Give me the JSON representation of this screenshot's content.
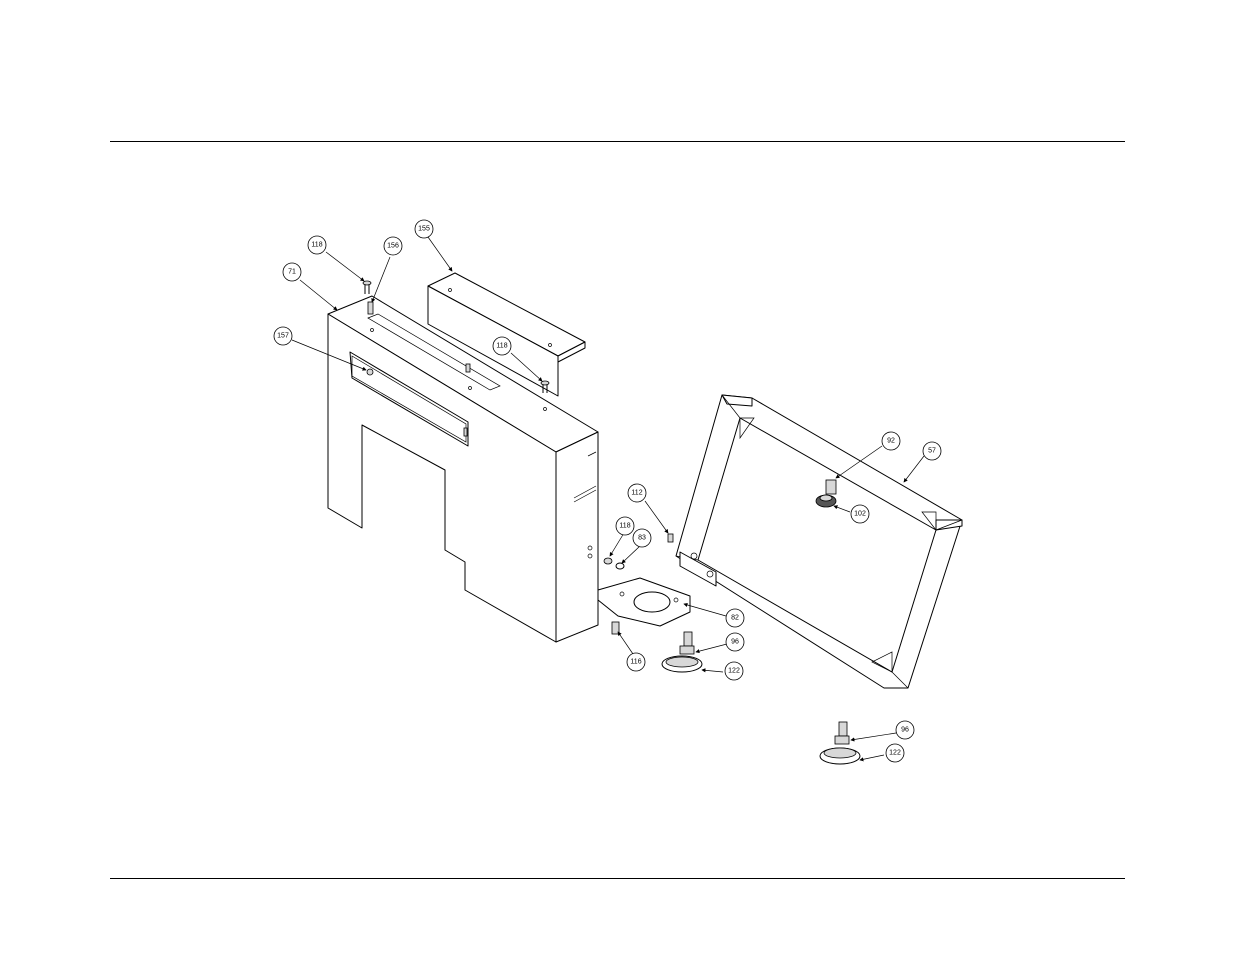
{
  "callouts": [
    {
      "id": "c118a",
      "label": "118"
    },
    {
      "id": "c156",
      "label": "156"
    },
    {
      "id": "c155",
      "label": "155"
    },
    {
      "id": "c71",
      "label": "71"
    },
    {
      "id": "c157",
      "label": "157"
    },
    {
      "id": "c118b",
      "label": "118"
    },
    {
      "id": "c92",
      "label": "92"
    },
    {
      "id": "c57",
      "label": "57"
    },
    {
      "id": "c102",
      "label": "102"
    },
    {
      "id": "c112",
      "label": "112"
    },
    {
      "id": "c118c",
      "label": "118"
    },
    {
      "id": "c83",
      "label": "83"
    },
    {
      "id": "c82",
      "label": "82"
    },
    {
      "id": "c96a",
      "label": "96"
    },
    {
      "id": "c116",
      "label": "116"
    },
    {
      "id": "c122a",
      "label": "122"
    },
    {
      "id": "c96b",
      "label": "96"
    },
    {
      "id": "c122b",
      "label": "122"
    }
  ]
}
